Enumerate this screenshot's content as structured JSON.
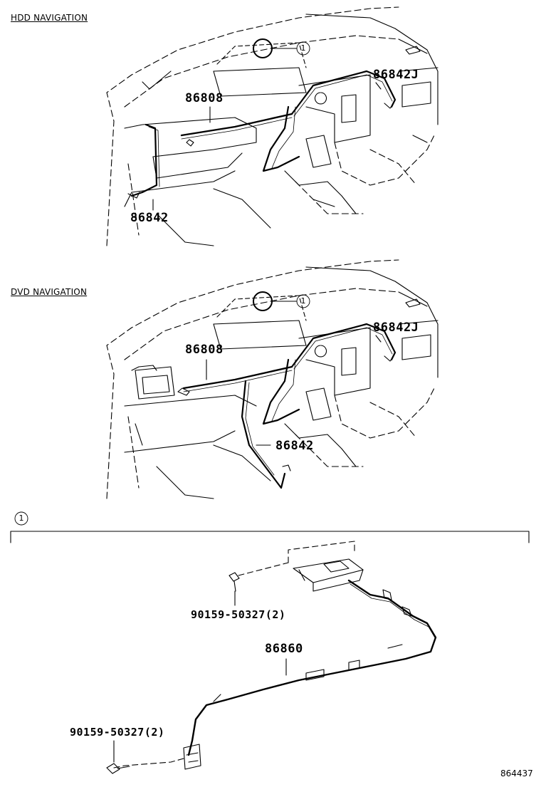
{
  "sections": {
    "hdd": {
      "title": "HDD NAVIGATION",
      "callout": "1",
      "parts": {
        "harness_center": "86808",
        "harness_right": "86842J",
        "harness_left": "86842"
      }
    },
    "dvd": {
      "title": "DVD NAVIGATION",
      "callout": "1",
      "parts": {
        "harness_center": "86808",
        "harness_right": "86842J",
        "harness_lower": "86842"
      }
    },
    "detail": {
      "callout": "1",
      "parts": {
        "screw_upper": "90159-50327(2)",
        "antenna_cord": "86860",
        "screw_lower": "90159-50327(2)"
      }
    }
  },
  "reference_code": "864437"
}
